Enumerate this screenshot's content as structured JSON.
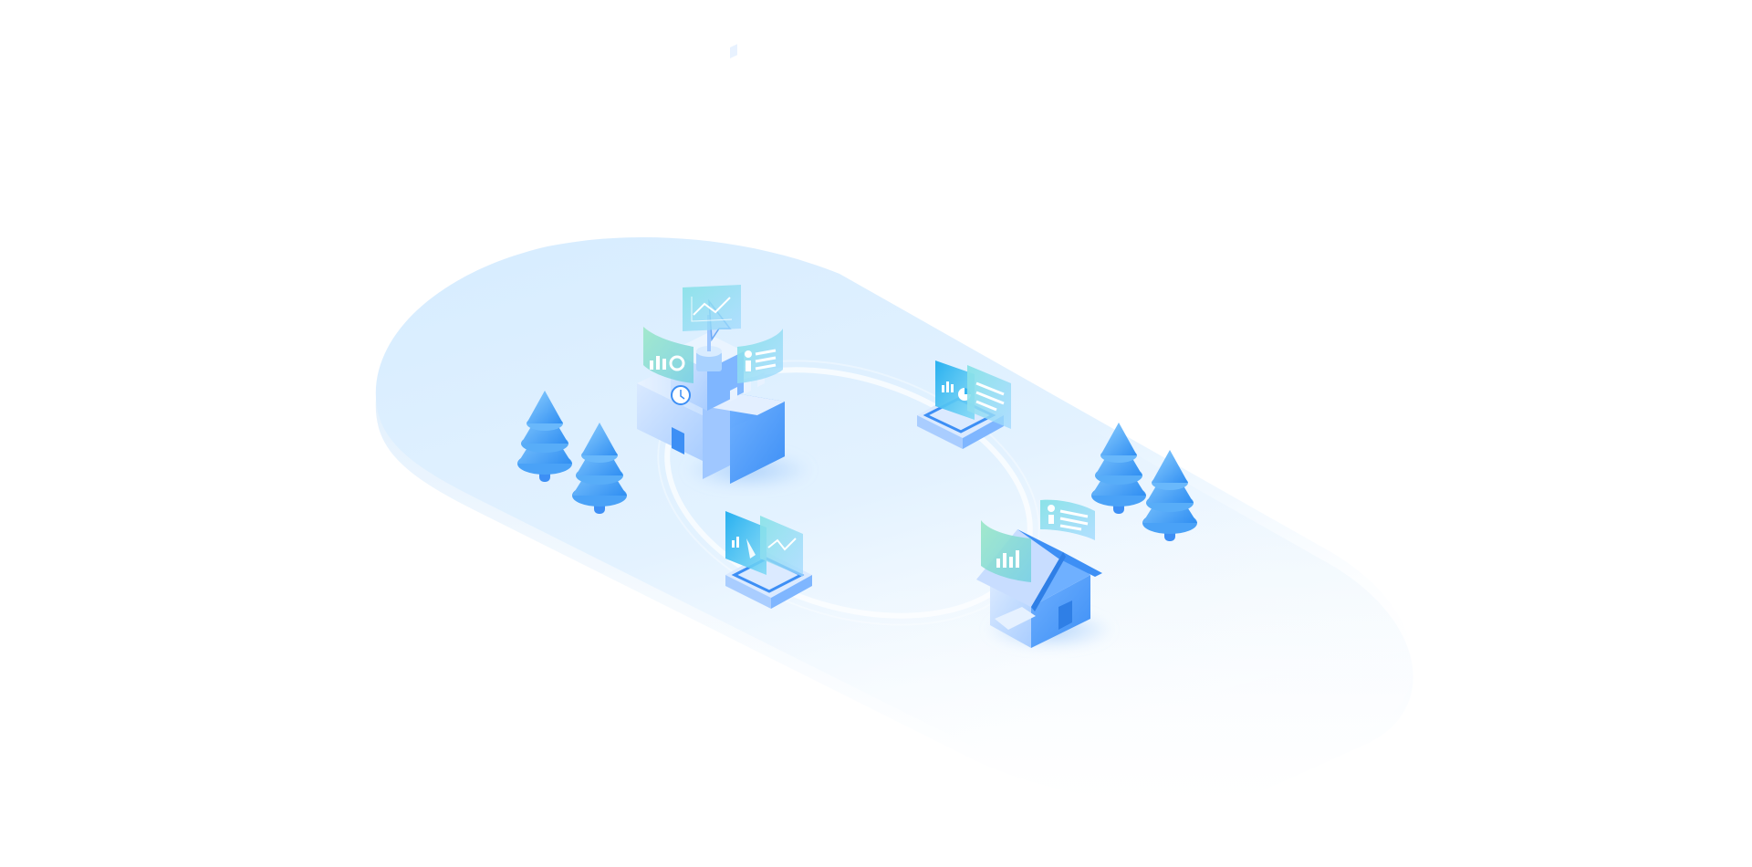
{
  "scene": {
    "description_tag": "isometric-smart-campus-illustration",
    "elements": {
      "platform": {
        "icon": "capsule-platform"
      },
      "orbit": {
        "icon": "orbit-ring"
      },
      "school": {
        "icon": "school-building-icon",
        "clock": "clock-icon",
        "flag": "flag-cursor-icon"
      },
      "house": {
        "icon": "house-icon"
      },
      "laptops": [
        {
          "icon": "laptop-dashboard-icon"
        },
        {
          "icon": "laptop-dashboard-icon"
        }
      ],
      "panels": [
        {
          "icon": "bar-pie-chart-panel-icon"
        },
        {
          "icon": "profile-list-panel-icon"
        },
        {
          "icon": "line-chart-panel-icon"
        },
        {
          "icon": "bar-chart-panel-icon"
        },
        {
          "icon": "document-panel-icon"
        }
      ],
      "trees": [
        {
          "icon": "pine-tree-icon"
        },
        {
          "icon": "pine-tree-icon"
        },
        {
          "icon": "pine-tree-icon"
        },
        {
          "icon": "pine-tree-icon"
        }
      ]
    }
  },
  "colors": {
    "platform_top": "#dcefff",
    "platform_edge": "#cfe6fb",
    "orbit": "#ffffff",
    "building_light": "#cfe3ff",
    "building_mid": "#8fc0ff",
    "building_dark": "#3d8ff5",
    "tree_light": "#7cc5ff",
    "tree_dark": "#2f8ef2",
    "panel_green": "#8fe3c6",
    "panel_teal": "#7fdcea",
    "panel_blue": "#35b5f2",
    "shadow": "#b6d7fb"
  }
}
